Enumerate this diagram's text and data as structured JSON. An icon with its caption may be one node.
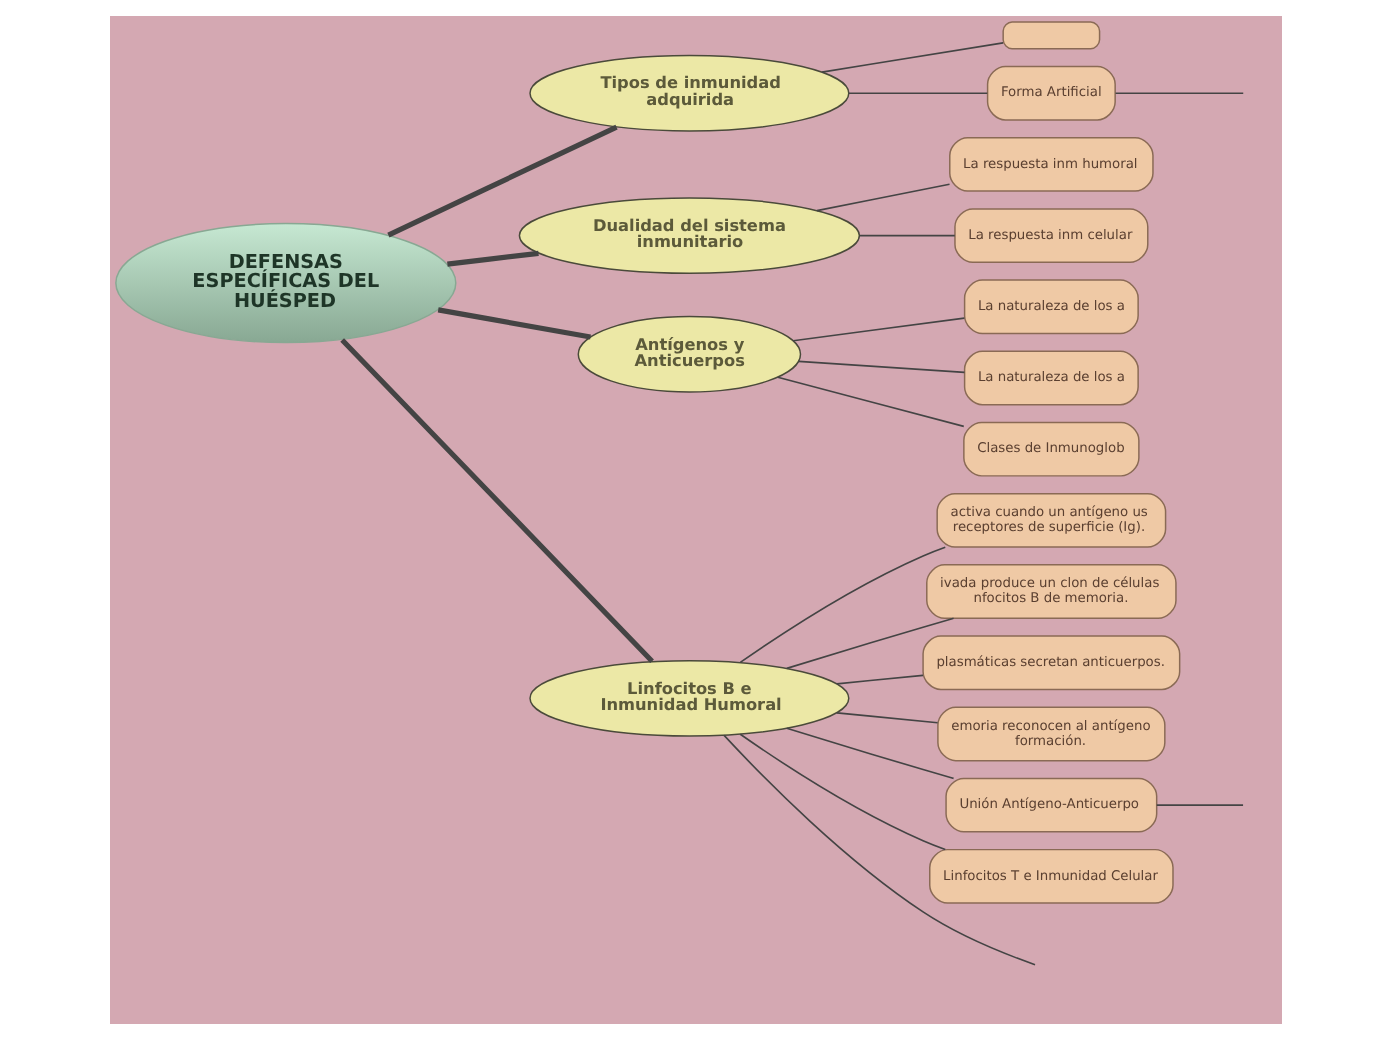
{
  "diagram": {
    "nodes": [
      {
        "text": [
          "DEFENSAS ESPECÍFICAS DEL HUÉSPED"
        ]
      },
      {
        "text": [
          "Tipos de inmunidad adquirida"
        ]
      },
      {
        "text": [],
        "shape": "box"
      },
      {
        "text": [
          "Forma Artificial"
        ]
      },
      {
        "text": [
          "Dualidad del sistema inmunitario"
        ]
      },
      {
        "text": [
          "La respuesta inm humoral"
        ]
      },
      {
        "text": [
          "La respuesta inm celular"
        ]
      },
      {
        "text": [
          "Antígenos y Anticuerpos"
        ]
      },
      {
        "text": [
          "La naturaleza de los a"
        ]
      },
      {
        "text": [
          "La naturaleza de los a"
        ]
      },
      {
        "text": [
          "Clases de Inmunoglob"
        ]
      },
      {
        "text": [
          "Linfocitos B e Inmunidad Humoral"
        ]
      },
      {
        "text": [
          "activa cuando un antígeno us receptores de superficie (Ig)."
        ]
      },
      {
        "text": [
          "ivada produce un clon de células nfocitos B de memoria."
        ]
      },
      {
        "text": [
          "plasmáticas secretan anticuerpos."
        ]
      },
      {
        "text": [
          "emoria reconocen al antígeno formación."
        ]
      },
      {
        "text": [
          "Unión Antígeno-Anticuerpo"
        ]
      },
      {
        "text": [
          "Linfocitos T e Inmunidad Celular"
        ]
      }
    ],
    "edges": [
      {
        "from": 0,
        "to": 1,
        "arrow": "none",
        "style": "thick"
      },
      {
        "from": 0,
        "to": 4,
        "arrow": "none",
        "style": "thick"
      },
      {
        "from": 0,
        "to": 7,
        "arrow": "none",
        "style": "thick"
      },
      {
        "from": 0,
        "to": 11,
        "arrow": "none",
        "style": "thick"
      },
      {
        "from": 1,
        "to": 2,
        "arrow": "none"
      },
      {
        "from": 1,
        "to": 3,
        "arrow": "none"
      },
      {
        "from": 3,
        "to": null,
        "arrow": "none"
      },
      {
        "from": 4,
        "to": 5,
        "arrow": "none"
      },
      {
        "from": 4,
        "to": 6,
        "arrow": "none"
      },
      {
        "from": 7,
        "to": 8,
        "arrow": "none"
      },
      {
        "from": 7,
        "to": 9,
        "arrow": "none"
      },
      {
        "from": 7,
        "to": 10,
        "arrow": "none"
      },
      {
        "from": 11,
        "to": 12,
        "arrow": "none"
      },
      {
        "from": 11,
        "to": 13,
        "arrow": "none"
      },
      {
        "from": 11,
        "to": 14,
        "arrow": "none"
      },
      {
        "from": 11,
        "to": 15,
        "arrow": "none"
      },
      {
        "from": 11,
        "to": 16,
        "arrow": "none"
      },
      {
        "from": 16,
        "to": null,
        "arrow": "none"
      },
      {
        "from": 11,
        "to": 17,
        "arrow": "none"
      },
      {
        "from": 11,
        "to": null,
        "arrow": "none"
      }
    ]
  }
}
